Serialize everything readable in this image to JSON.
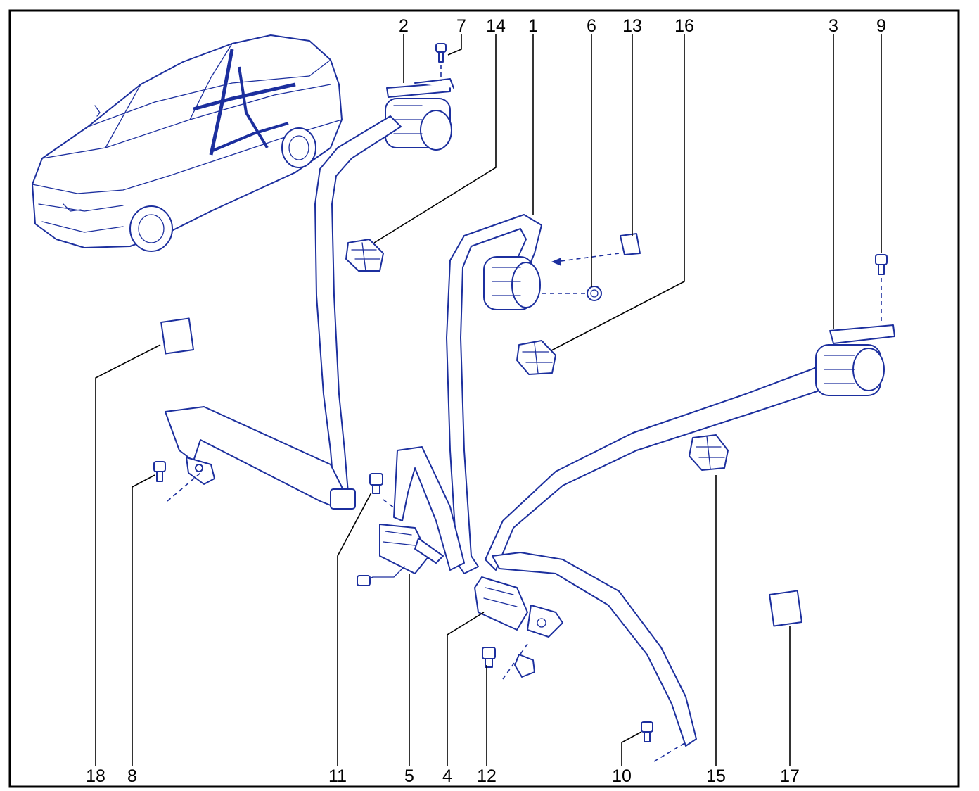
{
  "diagram": {
    "callouts": {
      "c1": "1",
      "c2": "2",
      "c3": "3",
      "c4": "4",
      "c5": "5",
      "c6": "6",
      "c7": "7",
      "c8": "8",
      "c9": "9",
      "c10": "10",
      "c11": "11",
      "c12": "12",
      "c13": "13",
      "c14": "14",
      "c15": "15",
      "c16": "16",
      "c17": "17",
      "c18": "18"
    },
    "colors": {
      "line": "#1c2f9e",
      "frame": "#000000",
      "background": "#ffffff"
    }
  }
}
